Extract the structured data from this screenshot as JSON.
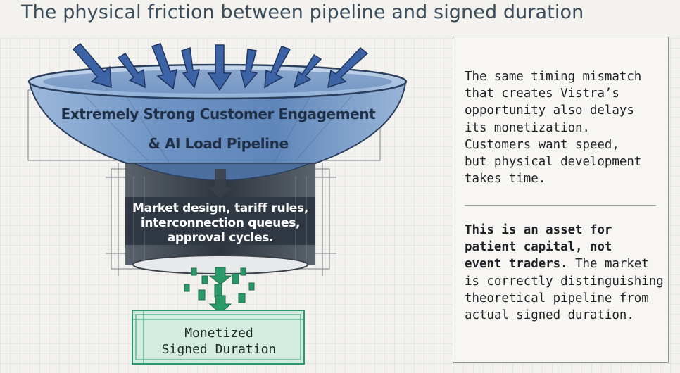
{
  "title": "The physical friction between pipeline and signed duration",
  "funnel": {
    "top_label_line1": "Extremely Strong Customer Engagement",
    "top_label_line2": "& AI Load Pipeline",
    "bottleneck_label": "Market design,  tariff rules,\ninterconnection queues,\napproval cycles.",
    "output_label": "Monetized\nSigned Duration"
  },
  "panel": {
    "paragraph1": "The same timing mismatch\nthat creates Vistra’s\nopportunity also delays\nits monetization.\nCustomers want speed,\nbut physical development\ntakes time.",
    "paragraph2_bold": "This is an asset for\npatient capital, not\nevent traders.",
    "paragraph2_rest": " The market\nis correctly distinguishing\ntheoretical pipeline from\nactual signed duration."
  },
  "colors": {
    "arrow_blue": "#3b63a6",
    "funnel_blue": "#7fa3cf",
    "bottleneck_dark": "#343c46",
    "output_green": "#2b9a6a",
    "output_fill": "#cfe8dc"
  }
}
